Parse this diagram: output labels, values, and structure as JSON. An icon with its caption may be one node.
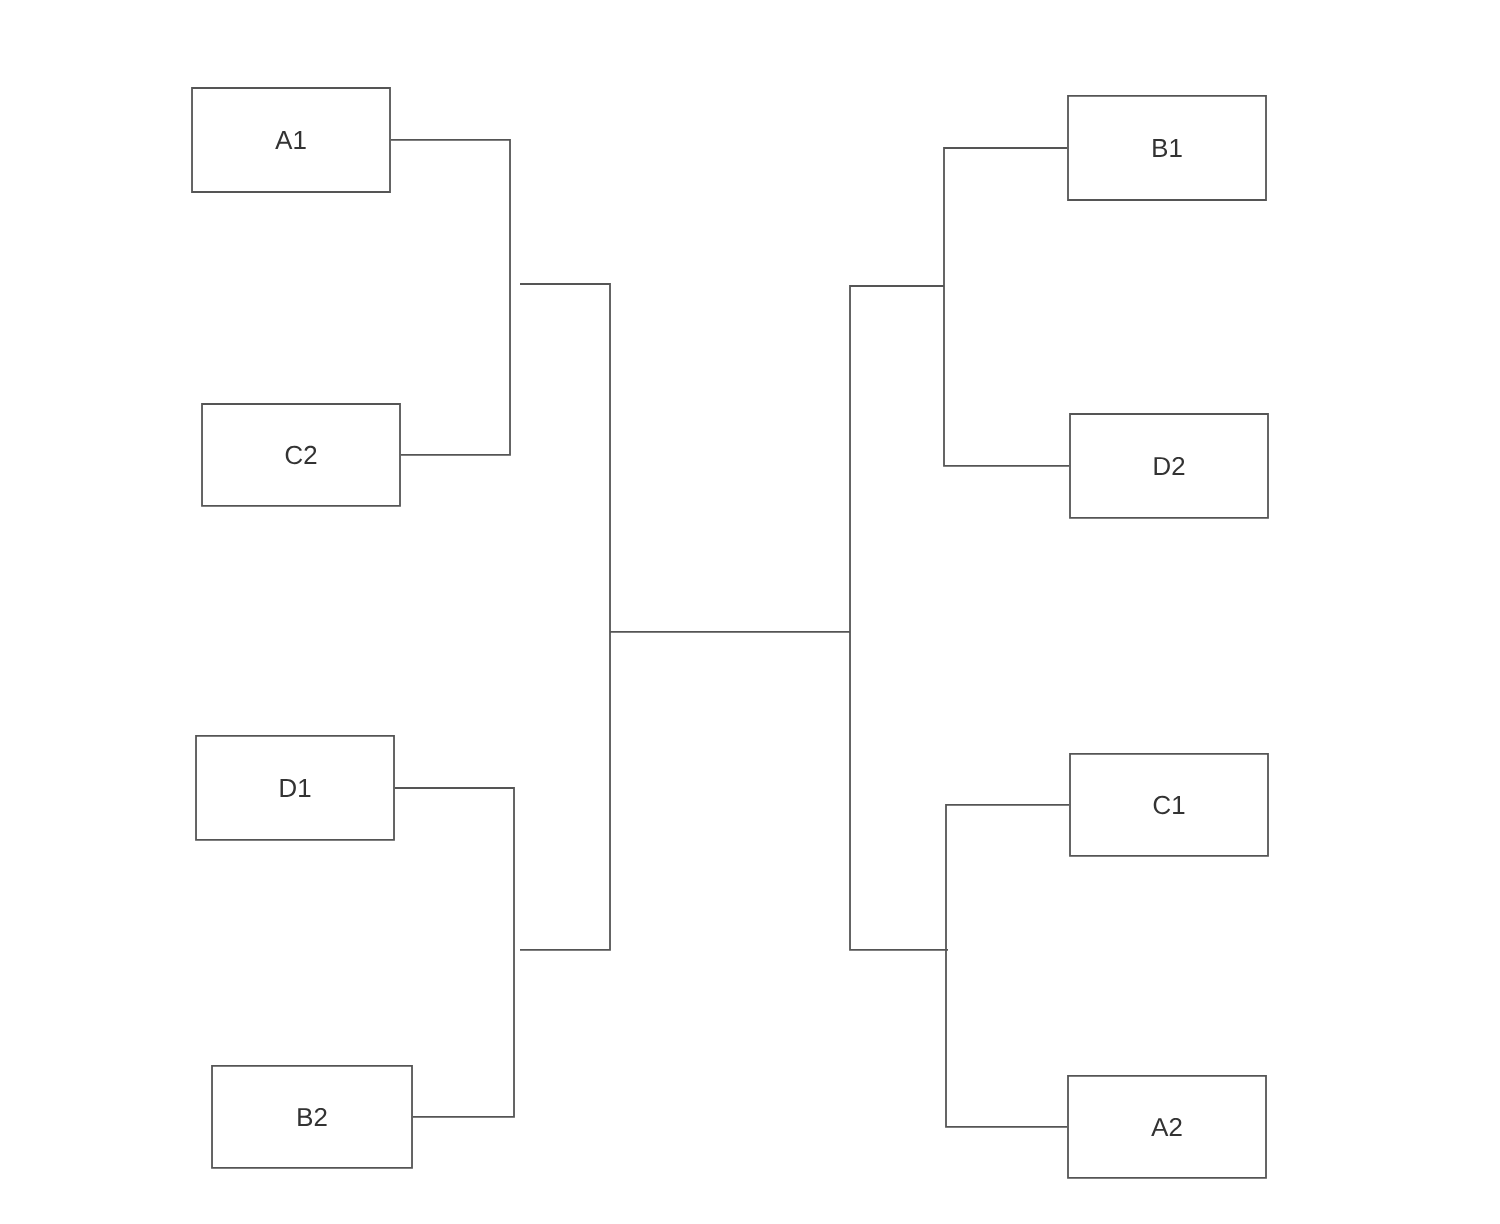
{
  "diagram": {
    "nodes": [
      {
        "text": [
          "A1"
        ]
      },
      {
        "text": [
          "C2"
        ]
      },
      {
        "text": [
          "D1"
        ]
      },
      {
        "text": [
          "B2"
        ]
      },
      {
        "text": [
          "B1"
        ]
      },
      {
        "text": [
          "D2"
        ]
      },
      {
        "text": [
          "C1"
        ]
      },
      {
        "text": [
          "A2"
        ]
      }
    ],
    "edges": [
      {
        "from": 0,
        "to": 1,
        "arrow": "none"
      },
      {
        "from": 2,
        "to": 3,
        "arrow": "none"
      },
      {
        "from": 4,
        "to": 5,
        "arrow": "none"
      },
      {
        "from": 6,
        "to": 7,
        "arrow": "none"
      }
    ]
  }
}
